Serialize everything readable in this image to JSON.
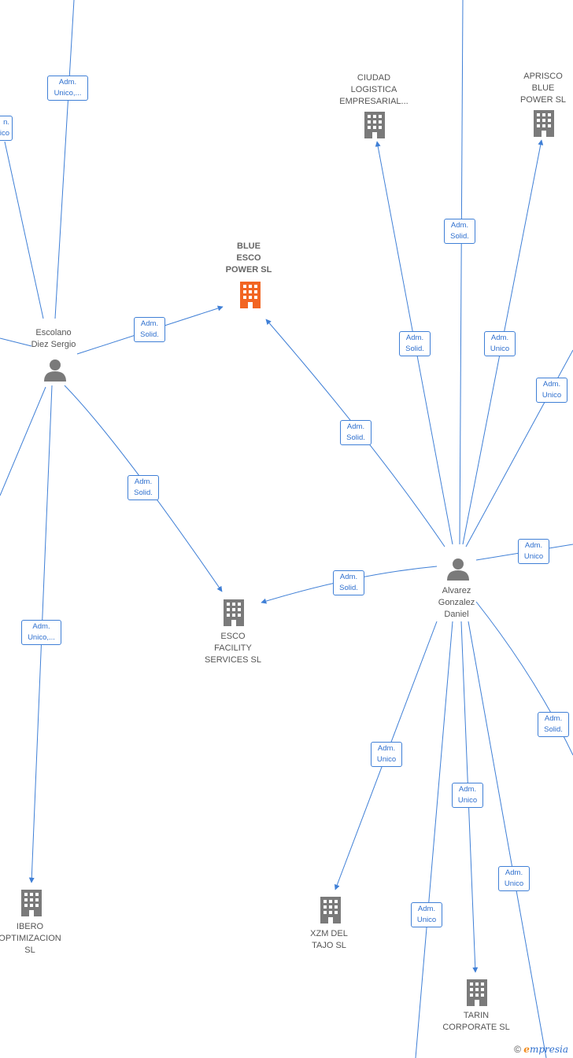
{
  "colors": {
    "edge": "#3f7fd6",
    "company_icon": "#7a7a7a",
    "main_company_icon": "#f26522",
    "person_icon": "#7a7a7a"
  },
  "nodes": {
    "blue_esco": {
      "label": [
        "BLUE",
        "ESCO",
        "POWER SL"
      ],
      "icon": "building-icon",
      "main": true
    },
    "ciudad": {
      "label": [
        "CIUDAD",
        "LOGISTICA",
        "EMPRESARIAL..."
      ],
      "icon": "building-icon"
    },
    "aprisco": {
      "label": [
        "APRISCO",
        "BLUE",
        "POWER SL"
      ],
      "icon": "building-icon"
    },
    "esco_facility": {
      "label": [
        "ESCO",
        "FACILITY",
        "SERVICES SL"
      ],
      "icon": "building-icon"
    },
    "ibero": {
      "label": [
        "IBERO",
        "OPTIMIZACION",
        "SL"
      ],
      "icon": "building-icon"
    },
    "xzm": {
      "label": [
        "XZM DEL",
        "TAJO SL"
      ],
      "icon": "building-icon"
    },
    "tarin": {
      "label": [
        "TARIN",
        "CORPORATE SL"
      ],
      "icon": "building-icon"
    },
    "escolano": {
      "label": [
        "Escolano",
        "Diez Sergio"
      ],
      "icon": "person-icon"
    },
    "alvarez": {
      "label": [
        "Alvarez",
        "Gonzalez",
        "Daniel"
      ],
      "icon": "person-icon"
    }
  },
  "edge_labels": {
    "e1": [
      "Adm.",
      "Unico,..."
    ],
    "e2": [
      "n.",
      "ico"
    ],
    "e3": [
      "Adm.",
      "Solid."
    ],
    "e4": [
      "Adm.",
      "Solid."
    ],
    "e5": [
      "Adm.",
      "Unico,..."
    ],
    "e6": [
      "Adm.",
      "Solid."
    ],
    "e7": [
      "Adm.",
      "Solid."
    ],
    "e8": [
      "Adm.",
      "Unico"
    ],
    "e9": [
      "Adm.",
      "Solid."
    ],
    "e10": [
      "Adm.",
      "Unico"
    ],
    "e11": [
      "Adm.",
      "Solid."
    ],
    "e12": [
      "Adm.",
      "Unico"
    ],
    "e13": [
      "Adm.",
      "Solid."
    ],
    "e14": [
      "Adm.",
      "Unico"
    ],
    "e15": [
      "Adm.",
      "Unico"
    ],
    "e16": [
      "Adm.",
      "Unico"
    ],
    "e17": [
      "Adm.",
      "Unico"
    ]
  },
  "footer": {
    "copyright_symbol": "©",
    "brand_first": "e",
    "brand_rest": "mpresia"
  }
}
